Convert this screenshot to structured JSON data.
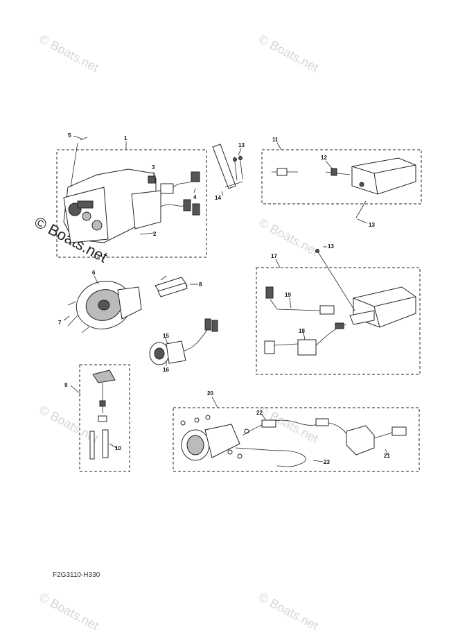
{
  "watermark": {
    "text": "© Boats.net"
  },
  "diagram_code": "F2G3110-H330",
  "callouts": [
    "1",
    "2",
    "3",
    "4",
    "5",
    "6",
    "7",
    "8",
    "9",
    "10",
    "11",
    "12",
    "13",
    "13",
    "13",
    "14",
    "15",
    "16",
    "17",
    "18",
    "19",
    "20",
    "21",
    "22",
    "23"
  ]
}
